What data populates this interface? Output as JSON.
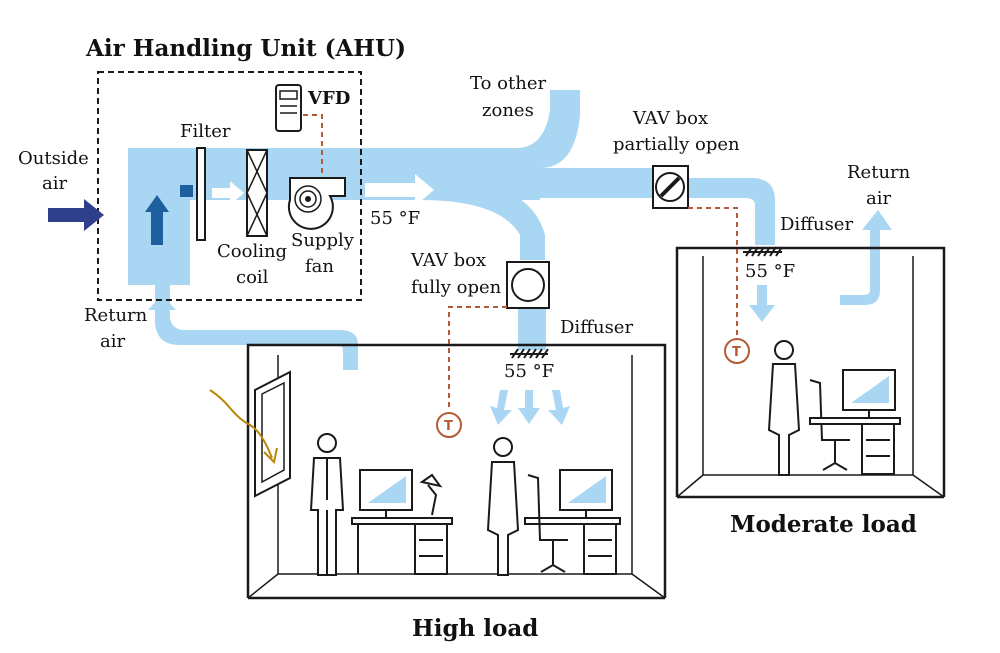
{
  "title": "Air Handling Unit (AHU)",
  "labels": {
    "vfd": "VFD",
    "filter": "Filter",
    "outside_air_1": "Outside",
    "outside_air_2": "air",
    "return_air_left_1": "Return",
    "return_air_left_2": "air",
    "cooling_coil_1": "Cooling",
    "cooling_coil_2": "coil",
    "supply_fan_1": "Supply",
    "supply_fan_2": "fan",
    "supply_temp": "55 °F",
    "to_other_zones_1": "To other",
    "to_other_zones_2": "zones",
    "vav_partial_1": "VAV box",
    "vav_partial_2": "partially open",
    "vav_full_1": "VAV box",
    "vav_full_2": "fully open",
    "return_air_right_1": "Return",
    "return_air_right_2": "air",
    "diffuser_right": "Diffuser",
    "diffuser_left": "Diffuser",
    "temp_right": "55 °F",
    "temp_left": "55 °F",
    "thermostat": "T",
    "moderate_load": "Moderate load",
    "high_load": "High load"
  },
  "colors": {
    "duct": "#a9d6f3",
    "duct_dark": "#1f5fa0",
    "outside_arrow": "#2e3f8c",
    "signal_line": "#b45a34",
    "outline": "#1a1a1a"
  }
}
